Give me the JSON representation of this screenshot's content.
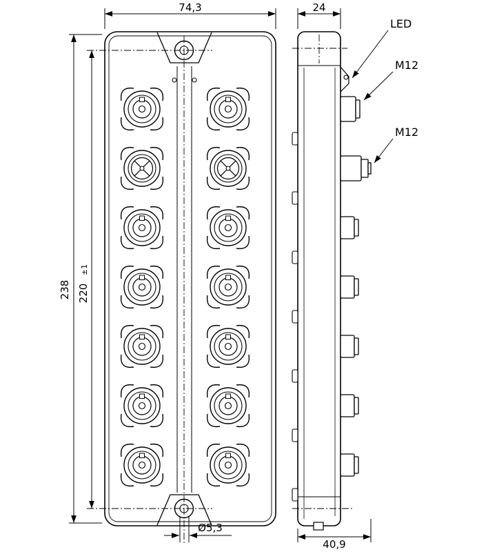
{
  "drawing": {
    "dim_front_width": "74,3",
    "dim_side_width": "24",
    "dim_overall_height": "238",
    "dim_hole_spacing": "220",
    "dim_hole_spacing_tol": "±1",
    "dim_hole_dia": "Ø5,3",
    "dim_depth": "40,9",
    "callout_led": "LED",
    "callout_m12_upper": "M12",
    "callout_m12_lower": "M12"
  }
}
